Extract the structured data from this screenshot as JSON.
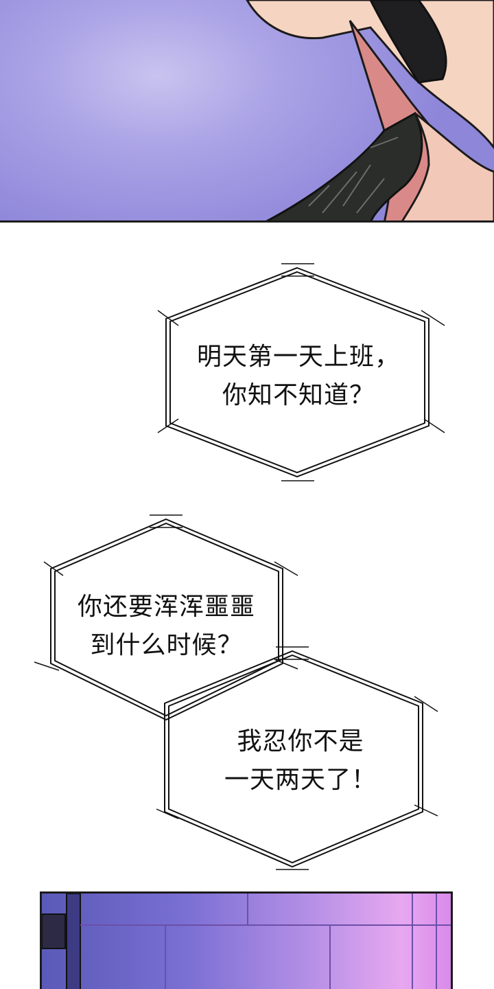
{
  "bubbles": [
    {
      "lines": [
        "明天第一天上班，",
        "你知不知道？"
      ]
    },
    {
      "lines": [
        "你还要浑浑噩噩",
        "到什么时候？"
      ]
    },
    {
      "lines": [
        "我忍你不是",
        "一天两天了！"
      ]
    }
  ],
  "colors": {
    "panel_top_base": "#9a93df",
    "panel_bottom_left": "#5a5ab8",
    "panel_bottom_right": "#e7a8f0",
    "ink": "#111111",
    "skin": "#f6d4c2",
    "skin_shadow": "#d98a88",
    "dark_fabric": "#2a2d2a"
  }
}
